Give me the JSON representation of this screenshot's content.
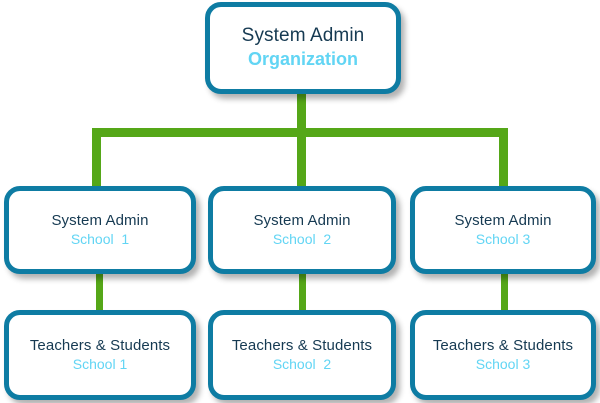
{
  "chart_data": {
    "type": "diagram",
    "subtype": "organization-hierarchy-tree",
    "title": "",
    "colors": {
      "node_border": "#0E7CA3",
      "node_fill": "#FFFFFF",
      "connector": "#55A718",
      "title_text": "#163A52",
      "subtitle_text": "#62D5F4",
      "background": "#FFFFFF"
    },
    "levels": 3,
    "nodes": [
      {
        "id": "root",
        "level": 1,
        "title": "System Admin",
        "subtitle": "Organization"
      },
      {
        "id": "admin1",
        "level": 2,
        "title": "System Admin",
        "subtitle": "School  1"
      },
      {
        "id": "admin2",
        "level": 2,
        "title": "System Admin",
        "subtitle": "School  2"
      },
      {
        "id": "admin3",
        "level": 2,
        "title": "System Admin",
        "subtitle": "School 3"
      },
      {
        "id": "teach1",
        "level": 3,
        "title": "Teachers & Students",
        "subtitle": "School 1"
      },
      {
        "id": "teach2",
        "level": 3,
        "title": "Teachers & Students",
        "subtitle": "School  2"
      },
      {
        "id": "teach3",
        "level": 3,
        "title": "Teachers & Students",
        "subtitle": "School 3"
      }
    ],
    "edges": [
      {
        "from": "root",
        "to": "admin1"
      },
      {
        "from": "root",
        "to": "admin2"
      },
      {
        "from": "root",
        "to": "admin3"
      },
      {
        "from": "admin1",
        "to": "teach1"
      },
      {
        "from": "admin2",
        "to": "teach2"
      },
      {
        "from": "admin3",
        "to": "teach3"
      }
    ]
  },
  "diagram": {
    "root": {
      "title": "System Admin",
      "subtitle": "Organization"
    },
    "admins": [
      {
        "title": "System Admin",
        "subtitle": "School  1"
      },
      {
        "title": "System Admin",
        "subtitle": "School  2"
      },
      {
        "title": "System Admin",
        "subtitle": "School 3"
      }
    ],
    "teachers": [
      {
        "title": "Teachers & Students",
        "subtitle": "School 1"
      },
      {
        "title": "Teachers & Students",
        "subtitle": "School  2"
      },
      {
        "title": "Teachers & Students",
        "subtitle": "School 3"
      }
    ]
  }
}
